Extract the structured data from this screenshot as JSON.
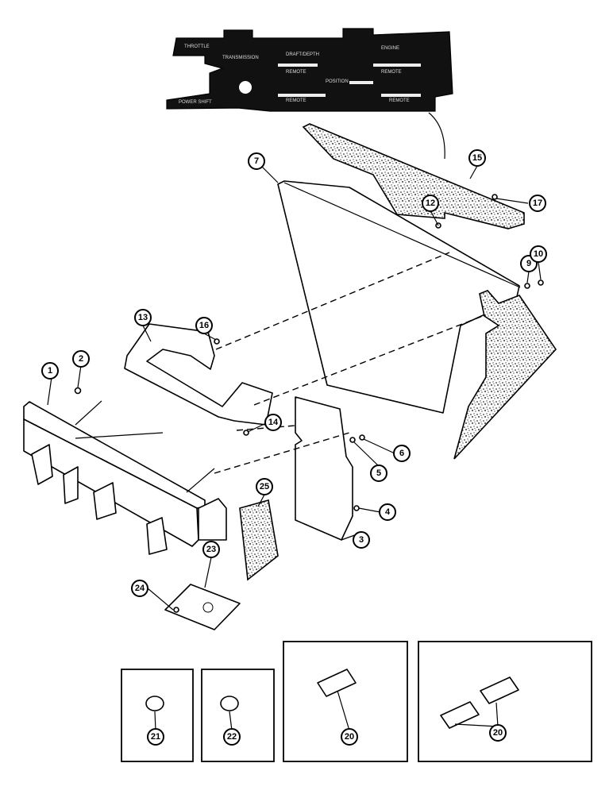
{
  "decal": {
    "labels": [
      "THROTTLE",
      "DRAFT/DEPTH",
      "ENGINE",
      "REMOTE",
      "REMOTE",
      "POSITION",
      "REMOTE",
      "REMOTE",
      "POWER SHIFT",
      "TRANSMISSION"
    ]
  },
  "callouts": [
    "1",
    "2",
    "3",
    "4",
    "5",
    "6",
    "7",
    "9",
    "10",
    "12",
    "13",
    "14",
    "15",
    "16",
    "17",
    "20",
    "20",
    "21",
    "22",
    "23",
    "24",
    "25"
  ]
}
